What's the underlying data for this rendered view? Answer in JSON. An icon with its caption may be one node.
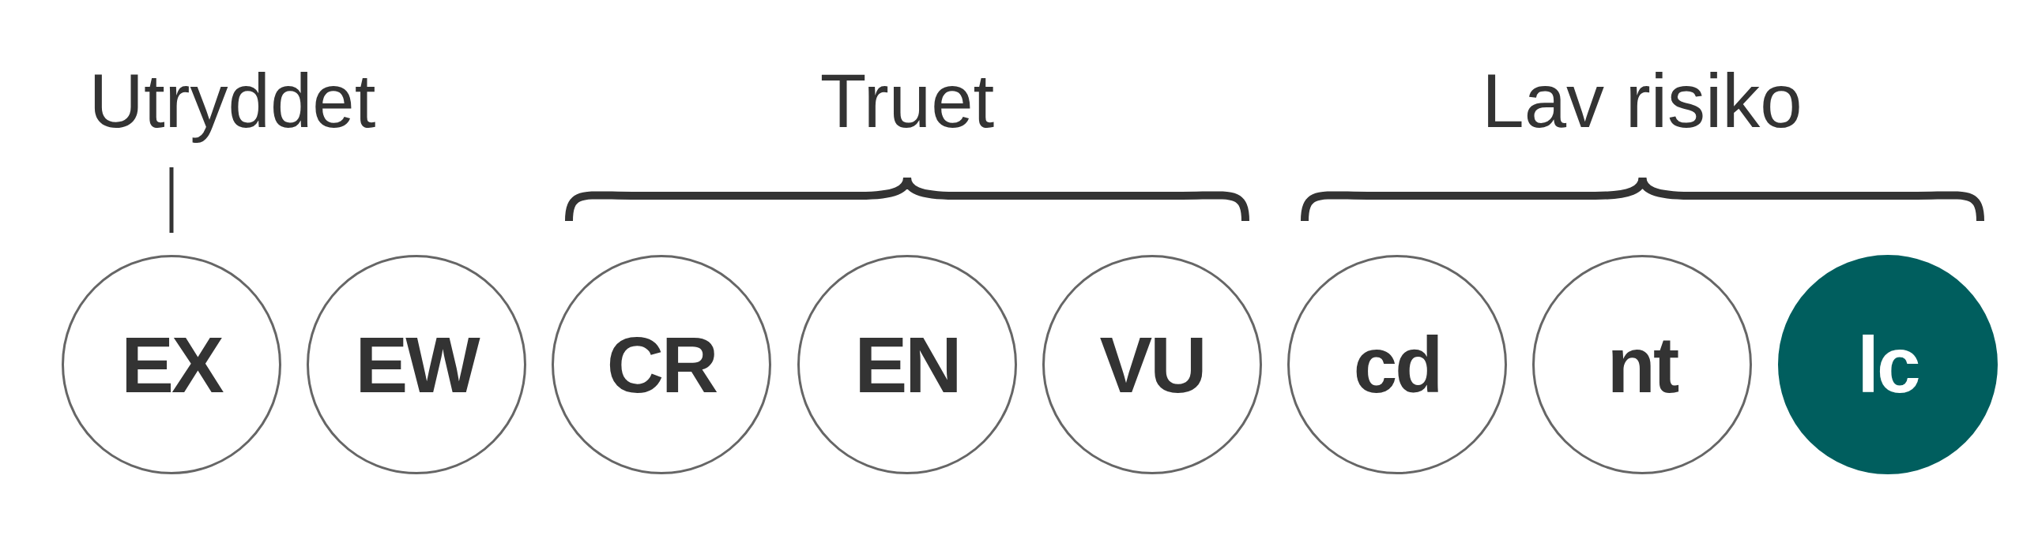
{
  "diagram": {
    "nodes": [
      {
        "text": [
          "EX"
        ]
      },
      {
        "text": [
          "EW"
        ]
      },
      {
        "text": [
          "CR"
        ]
      },
      {
        "text": [
          "EN"
        ]
      },
      {
        "text": [
          "VU"
        ]
      },
      {
        "text": [
          "cd"
        ]
      },
      {
        "text": [
          "nt"
        ]
      },
      {
        "text": [
          "lc"
        ]
      }
    ],
    "edges": [],
    "labels": [
      "Utryddet",
      "Truet",
      "Lav risiko"
    ]
  }
}
